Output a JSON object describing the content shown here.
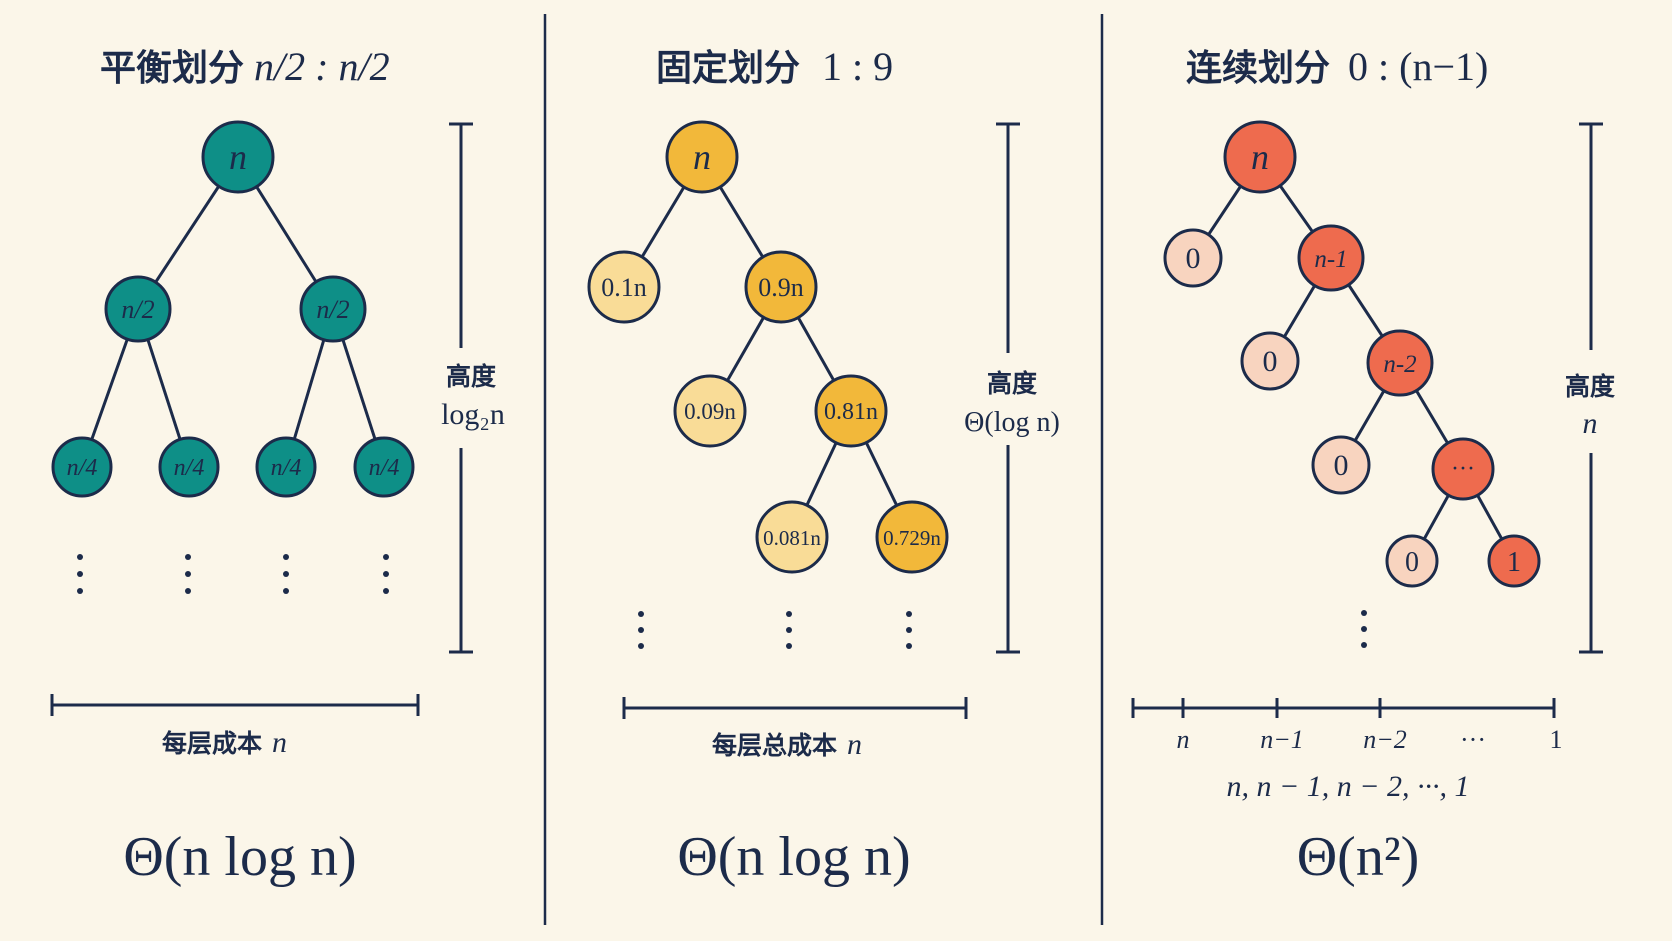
{
  "colors": {
    "background": "#fbf6e9",
    "ink": "#1c2b4a",
    "teal": "#0e8f87",
    "amber_dark": "#f2b83a",
    "amber_light": "#f9dc97",
    "coral": "#ee6b4e",
    "peach": "#f8d4bf"
  },
  "panels": [
    {
      "title_cn": "平衡划分",
      "title_math": "n/2 : n/2",
      "height_label_cn": "高度",
      "height_label_math": "log₂n",
      "cost_label_cn": "每层成本",
      "cost_label_math": "n",
      "complexity": "Θ(n log n)",
      "nodes": [
        "n",
        "n/2",
        "n/2",
        "n/4",
        "n/4",
        "n/4",
        "n/4"
      ]
    },
    {
      "title_cn": "固定划分",
      "title_math": "1 : 9",
      "height_label_cn": "高度",
      "height_label_math": "Θ(log n)",
      "cost_label_cn": "每层总成本",
      "cost_label_math": "n",
      "complexity": "Θ(n log n)",
      "nodes": [
        "n",
        "0.1n",
        "0.9n",
        "0.09n",
        "0.81n",
        "0.081n",
        "0.729n"
      ]
    },
    {
      "title_cn": "连续划分",
      "title_math": "0 : (n−1)",
      "height_label_cn": "高度",
      "height_label_math": "n",
      "cost_axis_ticks": [
        "n",
        "n−1",
        "n−2",
        "···",
        "1"
      ],
      "cost_label_math": "n, n − 1, n − 2, ···, 1",
      "complexity": "Θ(n²)",
      "nodes": [
        "n",
        "0",
        "n-1",
        "0",
        "n-2",
        "0",
        "···",
        "0",
        "1"
      ]
    }
  ]
}
